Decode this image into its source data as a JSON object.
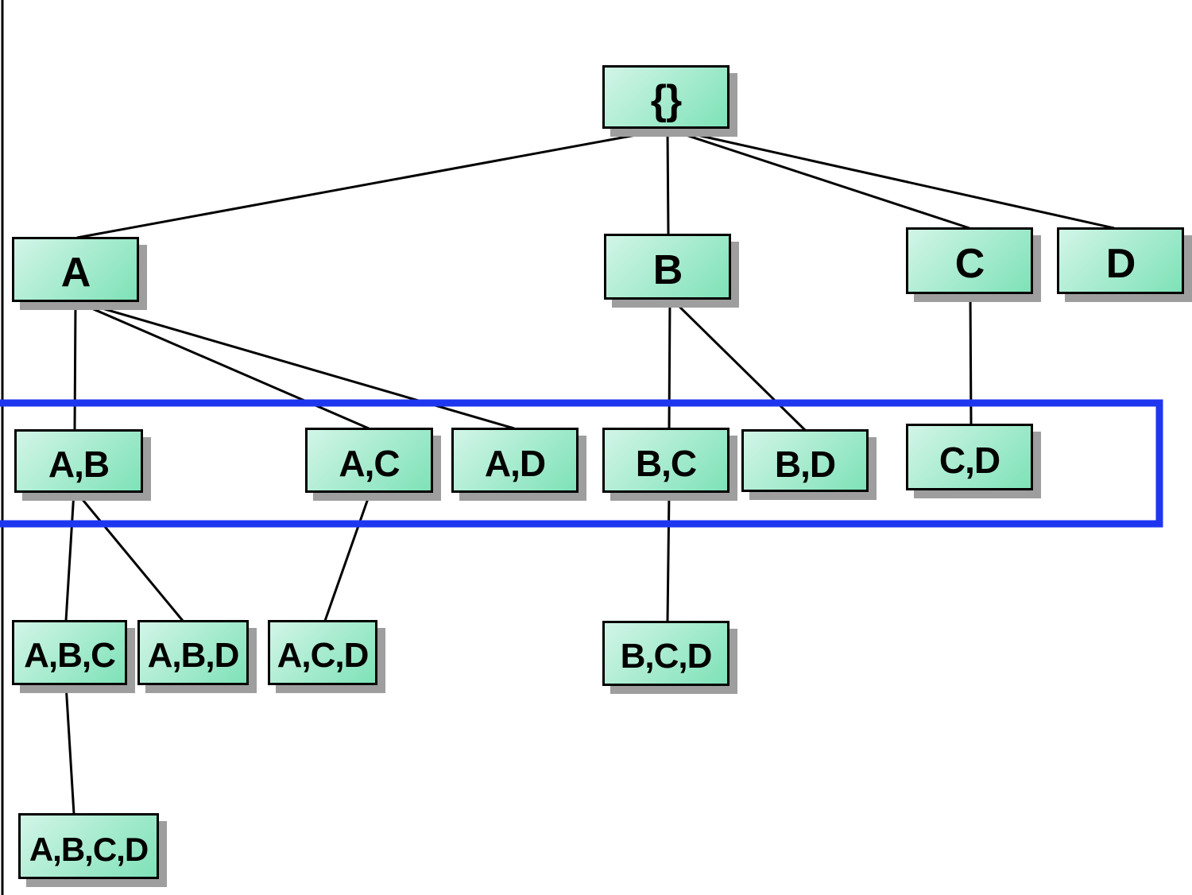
{
  "diagram": {
    "kind": "itemset-lattice",
    "nodes": [
      {
        "id": "root",
        "label": "{}"
      },
      {
        "id": "a",
        "label": "A"
      },
      {
        "id": "b",
        "label": "B"
      },
      {
        "id": "c",
        "label": "C"
      },
      {
        "id": "d",
        "label": "D"
      },
      {
        "id": "ab",
        "label": "A,B"
      },
      {
        "id": "ac",
        "label": "A,C"
      },
      {
        "id": "ad",
        "label": "A,D"
      },
      {
        "id": "bc",
        "label": "B,C"
      },
      {
        "id": "bd",
        "label": "B,D"
      },
      {
        "id": "cd",
        "label": "C,D"
      },
      {
        "id": "abc",
        "label": "A,B,C"
      },
      {
        "id": "abd",
        "label": "A,B,D"
      },
      {
        "id": "acd",
        "label": "A,C,D"
      },
      {
        "id": "bcd",
        "label": "B,C,D"
      },
      {
        "id": "abcd",
        "label": "A,B,C,D"
      }
    ],
    "edges": [
      [
        "root",
        "a"
      ],
      [
        "root",
        "b"
      ],
      [
        "root",
        "c"
      ],
      [
        "root",
        "d"
      ],
      [
        "a",
        "ab"
      ],
      [
        "a",
        "ac"
      ],
      [
        "a",
        "ad"
      ],
      [
        "b",
        "bc"
      ],
      [
        "b",
        "bd"
      ],
      [
        "c",
        "cd"
      ],
      [
        "ab",
        "abc"
      ],
      [
        "ab",
        "abd"
      ],
      [
        "ac",
        "acd"
      ],
      [
        "bc",
        "bcd"
      ],
      [
        "abc",
        "abcd"
      ]
    ],
    "highlighted_row": [
      "A,B",
      "A,C",
      "A,D",
      "B,C",
      "B,D",
      "C,D"
    ],
    "colors": {
      "node_fill_light": "#d2f5e7",
      "node_fill_dark": "#7ee2b8",
      "node_border": "#000000",
      "node_shadow": "#9e9e9e",
      "edge_line": "#000000",
      "highlight_box": "#1f36f0",
      "left_border_line": "#000000",
      "background": "#ffffff"
    }
  }
}
